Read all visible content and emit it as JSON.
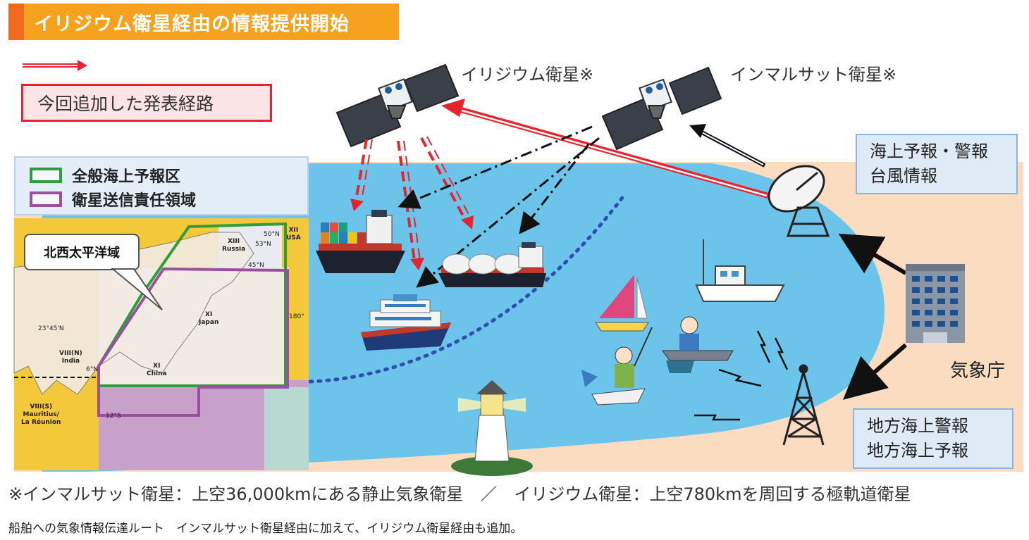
{
  "header": {
    "title": "イリジウム衛星経由の情報提供開始"
  },
  "legend": {
    "new_route_label": "今回追加した発表経路"
  },
  "map_legend": {
    "navarea": "全般海上予報区",
    "satellite_area": "衛星送信責任領域"
  },
  "map": {
    "callout": "北西太平洋域",
    "areas": {
      "japan": [
        "XI",
        "Japan"
      ],
      "china": [
        "XI",
        "China"
      ],
      "russia": [
        "XIII",
        "Russia"
      ],
      "usa": [
        "XII",
        "USA"
      ],
      "india": [
        "VIII(N)",
        "India"
      ],
      "mauritius": [
        "VIII(S)",
        "Mauritius/",
        "La Réunion"
      ]
    },
    "coords": {
      "lat1": "45°N",
      "lat2": "23°45'N",
      "lat3": "6°N",
      "lat4": "53°N",
      "lat5": "50°N",
      "lat6": "12°S",
      "lon1": "180°"
    }
  },
  "satellites": {
    "iridium": "イリジウム衛星※",
    "inmarsat": "インマルサット衛星※"
  },
  "boxes": {
    "forecast": [
      "海上予報・警報",
      "台風情報"
    ],
    "local": [
      "地方海上警報",
      "地方海上予報"
    ]
  },
  "jma": {
    "label": "気象庁"
  },
  "footnote": "※インマルサット衛星：上空36,000kmにある静止気象衛星　／　イリジウム衛星：上空780kmを周回する極軌道衛星",
  "caption": "船舶への気象情報伝達ルート　インマルサット衛星経由に加えて、イリジウム衛星経由も追加。",
  "colors": {
    "title_bg": "#f6a21e",
    "route_red": "#e7232d",
    "sea": "#6cc4ea",
    "land": "#fbdcc0",
    "navarea_green": "#2e9e3c",
    "sat_area_purple": "#9b4fa0"
  }
}
